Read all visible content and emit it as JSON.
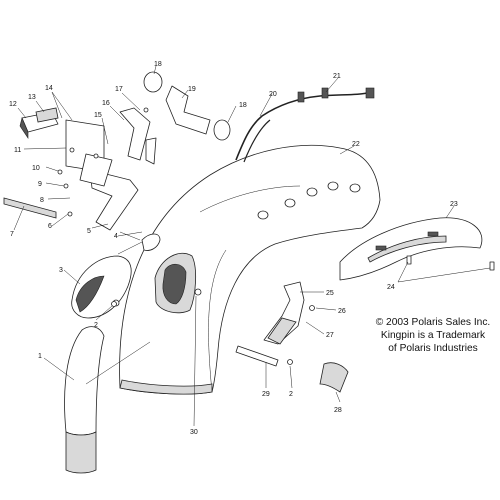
{
  "diagram": {
    "copyright": "© 2003 Polaris Sales Inc.",
    "trademark_line1": "Kingpin is a Trademark",
    "trademark_line2": "of Polaris Industries",
    "callouts": [
      "1",
      "2",
      "2",
      "3",
      "4",
      "5",
      "6",
      "7",
      "8",
      "9",
      "10",
      "11",
      "12",
      "13",
      "14",
      "15",
      "16",
      "17",
      "18",
      "18",
      "19",
      "20",
      "21",
      "22",
      "23",
      "24",
      "25",
      "26",
      "27",
      "28",
      "29",
      "30"
    ]
  }
}
